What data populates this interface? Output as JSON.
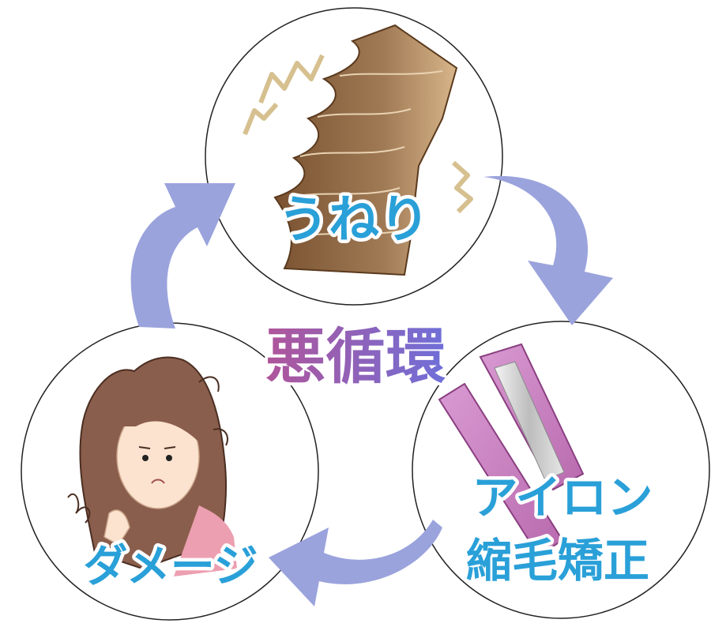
{
  "diagram": {
    "center_label": "悪循環",
    "nodes": [
      {
        "id": "top",
        "lines": [
          "うねり"
        ]
      },
      {
        "id": "bottom-right",
        "lines": [
          "アイロン",
          "縮毛矯正"
        ]
      },
      {
        "id": "bottom-left",
        "lines": [
          "ダメージ"
        ]
      }
    ]
  },
  "colors": {
    "node_label": "#2aa0d8",
    "center_gradient_start": "#b0559a",
    "center_gradient_end": "#6f6fd8",
    "arrow": "#9aa3dc",
    "hair_brown": "#8f6a45",
    "iron_pink": "#c983c2"
  }
}
